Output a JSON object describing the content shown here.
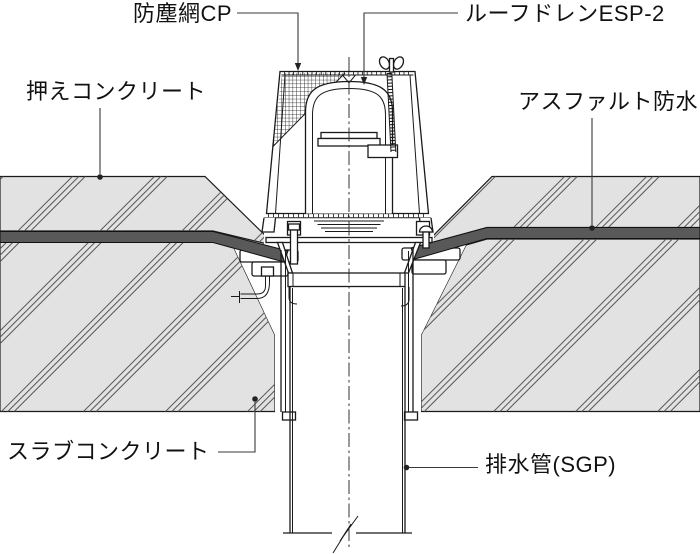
{
  "diagram": {
    "type": "architectural-section-detail",
    "subject": "roof drain installation cross-section",
    "labels": {
      "dust_net": "防塵網CP",
      "roof_drain": "ルーフドレンESP-2",
      "protective_concrete": "押えコンクリート",
      "asphalt_waterproofing": "アスファルト防水",
      "slab_concrete": "スラブコンクリート",
      "drain_pipe": "排水管(SGP)"
    },
    "colors": {
      "background": "#ffffff",
      "line": "#1a1a1a",
      "label": "#111111",
      "concrete_fill": "#e2e2e2",
      "waterproofing_fill": "#595959"
    }
  }
}
